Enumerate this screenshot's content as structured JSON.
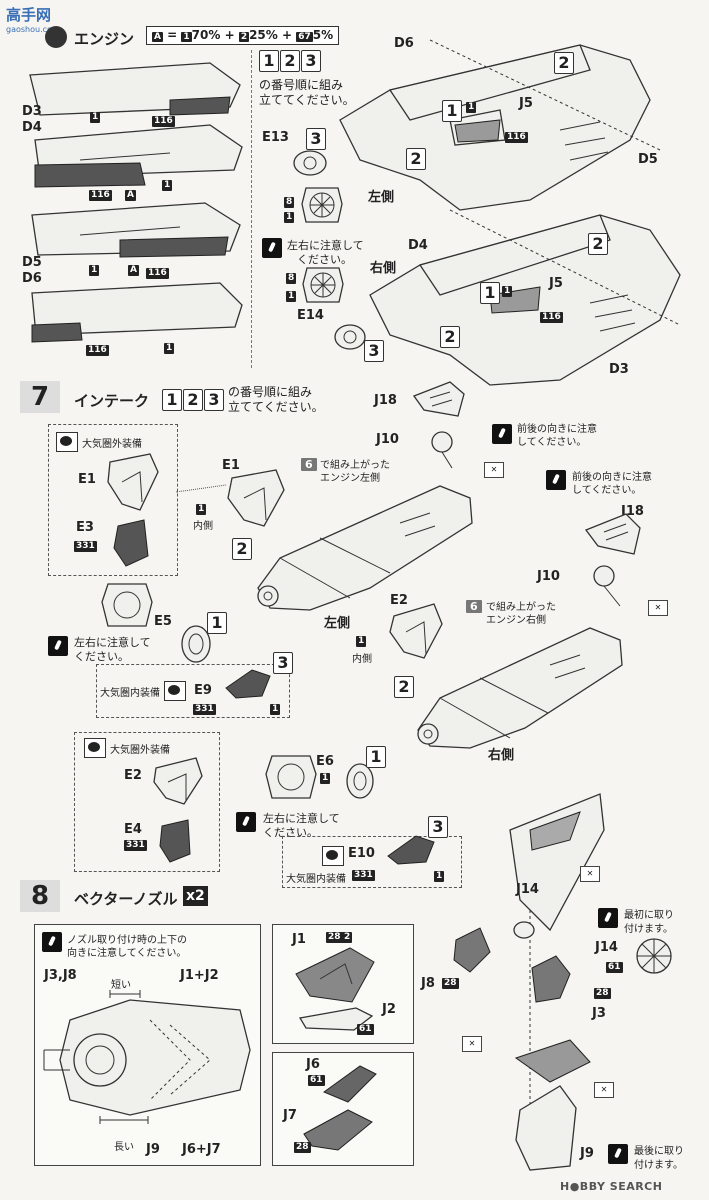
{
  "brand": {
    "logo": "高手网",
    "url": "gaoshou.com"
  },
  "step6": {
    "title": "エンジン",
    "color_formula": {
      "a": "A",
      "p1": "1",
      "v1": "70%",
      "p2": "2",
      "v2": "25%",
      "p3": "67",
      "v3": "5%"
    },
    "order_note_line1": "の番号順に組み",
    "order_note_line2": "立ててください。",
    "order_nums": [
      "1",
      "2",
      "3"
    ],
    "parts_left": [
      "D3",
      "D4",
      "D5",
      "D6"
    ],
    "color_tags": [
      "1",
      "116",
      "116",
      "A",
      "1",
      "1",
      "A",
      "116",
      "116",
      "1"
    ],
    "top_labels": {
      "d6": "D6",
      "d5": "D5",
      "j5": "J5",
      "e13": "E13",
      "tag1": "1",
      "tag116": "116",
      "num1": "1",
      "num2a": "2",
      "num2b": "2",
      "num3": "3",
      "side": "左側"
    },
    "mid_tags": {
      "t8": "8",
      "t1": "1"
    },
    "caution": {
      "line1": "左右に注意して",
      "line2": "ください。"
    },
    "bottom_labels": {
      "d4": "D4",
      "d3": "D3",
      "j5": "J5",
      "e14": "E14",
      "side": "右側",
      "tag1": "1",
      "tag116": "116",
      "num1": "1",
      "num2a": "2",
      "num2b": "2",
      "num3": "3",
      "t8": "8",
      "t1": "1"
    }
  },
  "step7": {
    "num": "7",
    "title": "インテーク",
    "order_nums": [
      "1",
      "2",
      "3"
    ],
    "order_note_line1": "の番号順に組み",
    "order_note_line2": "立ててください。",
    "out_equip": "大気圏外装備",
    "in_equip": "大気圏内装備",
    "labels": {
      "e1a": "E1",
      "e1b": "E1",
      "e3": "E3",
      "t331a": "331",
      "e5": "E5",
      "e9": "E9",
      "t331b": "331",
      "t1a": "1",
      "e2a": "E2",
      "e2b": "E2",
      "e4": "E4",
      "t331c": "331",
      "e6": "E6",
      "e10": "E10",
      "t331d": "331",
      "t1b": "1",
      "t1c": "1",
      "t1d": "1",
      "t1e": "1",
      "inner_a": "内側",
      "inner_b": "内側",
      "j18a": "J18",
      "j10a": "J10",
      "j18b": "J18",
      "j10b": "J10",
      "left": "左側",
      "right": "右側",
      "n1a": "1",
      "n2a": "2",
      "n3a": "3",
      "n1b": "1",
      "n2b": "2",
      "n3b": "3"
    },
    "step6_ref": "6",
    "engine_left_line1": "で組み上がった",
    "engine_left_line2": "エンジン左側",
    "engine_right_line1": "で組み上がった",
    "engine_right_line2": "エンジン右側",
    "caution_lr_line1": "左右に注意して",
    "caution_lr_line2": "ください。",
    "caution_fb_line1": "前後の向きに注意",
    "caution_fb_line2": "してください。"
  },
  "step8": {
    "num": "8",
    "title": "ベクターノズル",
    "multiplier": "x2",
    "note_line1": "ノズル取り付け時の上下の",
    "note_line2": "向きに注意してください。",
    "diagram_labels": {
      "j3j8": "J3,J8",
      "j1j2": "J1+J2",
      "short": "短い",
      "long": "長い",
      "j9": "J9",
      "j6j7": "J6+J7"
    },
    "box_a": {
      "j1": "J1",
      "t28": "28",
      "t2": "2",
      "j2": "J2",
      "t61": "61"
    },
    "box_b": {
      "j6": "J6",
      "t61": "61",
      "j7": "J7",
      "t28": "28"
    },
    "right_labels": {
      "j14": "J14",
      "j8": "J8",
      "t28a": "28",
      "t28b": "28",
      "j3": "J3",
      "j9": "J9",
      "j14b": "J14",
      "t61": "61"
    },
    "first_note_line1": "最初に取り",
    "first_note_line2": "付けます。",
    "last_note_line1": "最後に取り",
    "last_note_line2": "付けます。"
  },
  "watermark": "H●BBY SEARCH"
}
